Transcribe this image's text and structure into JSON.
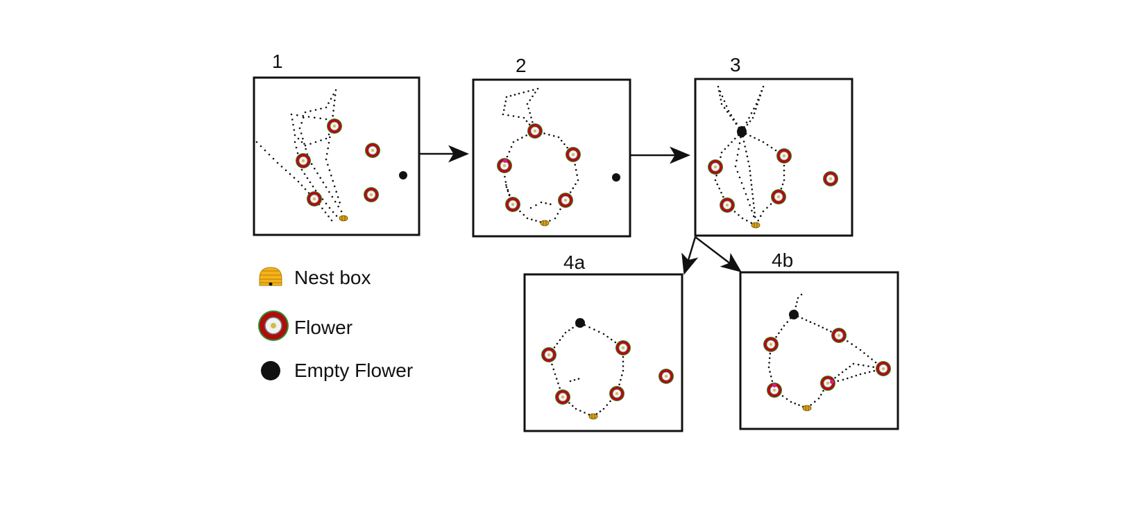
{
  "colors": {
    "frame": "#111111",
    "path": "#111111",
    "empty_flower": "#111111",
    "flower_petal": "#b00d0d",
    "flower_leaf": "#2e8b2e",
    "flower_center": "#f2f2f2",
    "nest": "#f5b21a",
    "bee": "#d8a21a",
    "bee_highlight": "#d81b8a"
  },
  "icons": {
    "nest": "nest-box-icon",
    "flower": "flower-icon",
    "empty_flower": "empty-flower-icon",
    "bee": "bee-icon",
    "arrow": "arrow-icon"
  },
  "panels": [
    {
      "id": "p1",
      "label": "1"
    },
    {
      "id": "p2",
      "label": "2"
    },
    {
      "id": "p3",
      "label": "3"
    },
    {
      "id": "p4a",
      "label": "4a"
    },
    {
      "id": "p4b",
      "label": "4b"
    }
  ],
  "legend": {
    "items": [
      {
        "icon": "nest-box-icon",
        "label": "Nest box"
      },
      {
        "icon": "flower-icon",
        "label": "Flower"
      },
      {
        "icon": "empty-flower-icon",
        "label": "Empty Flower"
      }
    ]
  }
}
